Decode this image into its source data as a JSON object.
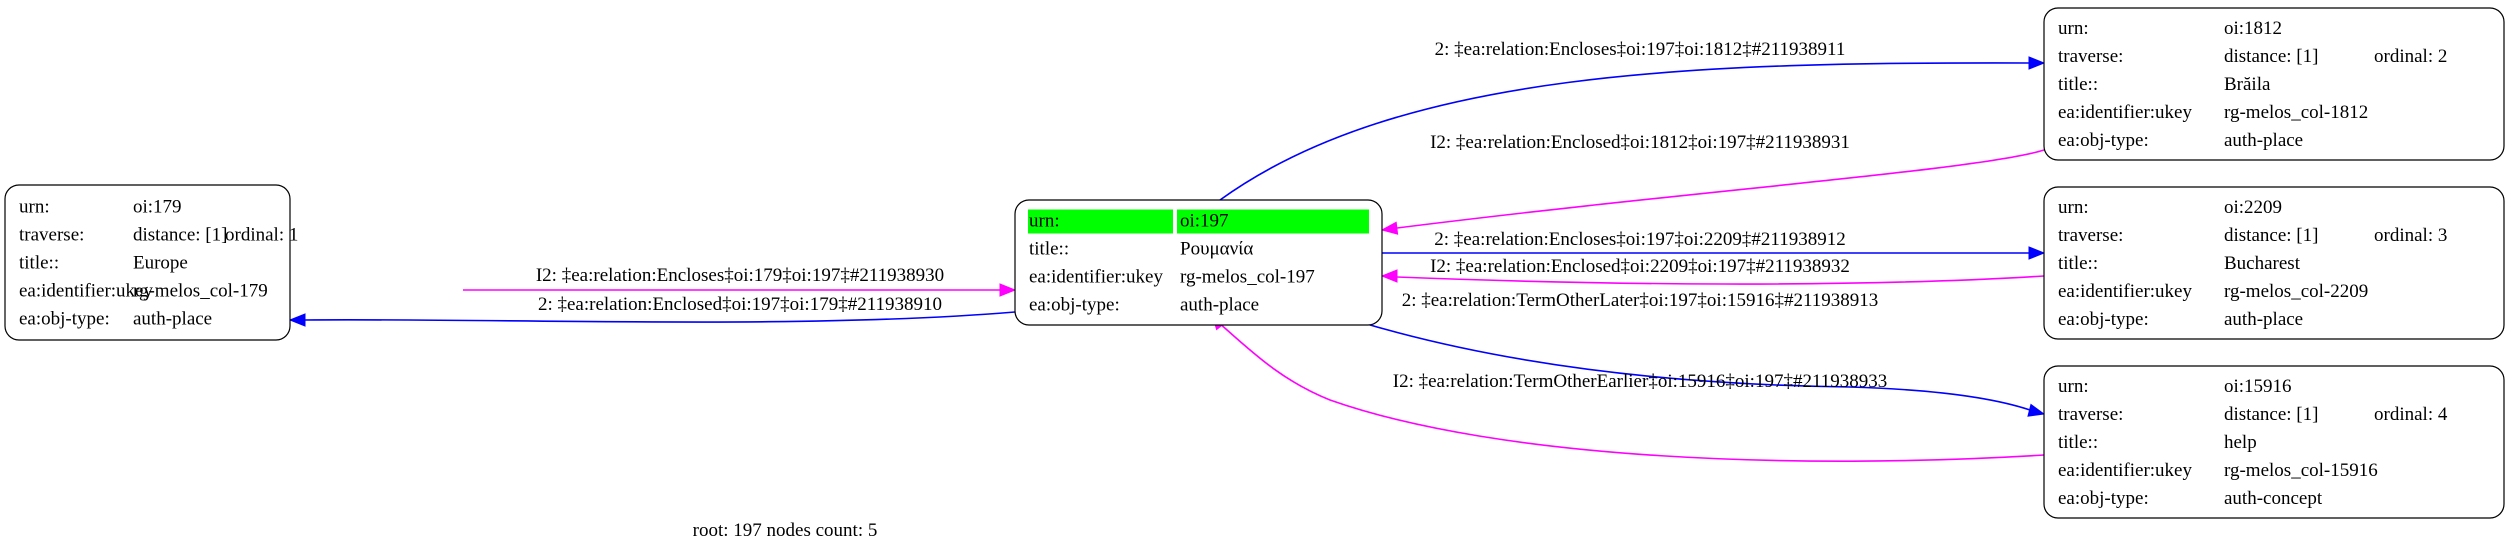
{
  "colors": {
    "forward": "#0000ff",
    "inverse": "#ff00ff",
    "highlight": "#00ff00"
  },
  "nodes": {
    "n179": {
      "rows": [
        [
          "urn:",
          "oi:179",
          ""
        ],
        [
          "traverse:",
          "distance: [1]",
          "ordinal: 1"
        ],
        [
          "title::",
          "Europe",
          ""
        ],
        [
          "ea:identifier:ukey",
          "rg-melos_col-179",
          ""
        ],
        [
          "ea:obj-type:",
          "auth-place",
          ""
        ]
      ]
    },
    "n197": {
      "rows": [
        [
          "urn:",
          "oi:197",
          ""
        ],
        [
          "title::",
          "Ρουμανία",
          ""
        ],
        [
          "ea:identifier:ukey",
          "rg-melos_col-197",
          ""
        ],
        [
          "ea:obj-type:",
          "auth-place",
          ""
        ]
      ]
    },
    "n1812": {
      "rows": [
        [
          "urn:",
          "oi:1812",
          ""
        ],
        [
          "traverse:",
          "distance: [1]",
          "ordinal: 2"
        ],
        [
          "title::",
          "Brăila",
          ""
        ],
        [
          "ea:identifier:ukey",
          "rg-melos_col-1812",
          ""
        ],
        [
          "ea:obj-type:",
          "auth-place",
          ""
        ]
      ]
    },
    "n2209": {
      "rows": [
        [
          "urn:",
          "oi:2209",
          ""
        ],
        [
          "traverse:",
          "distance: [1]",
          "ordinal: 3"
        ],
        [
          "title::",
          "Bucharest",
          ""
        ],
        [
          "ea:identifier:ukey",
          "rg-melos_col-2209",
          ""
        ],
        [
          "ea:obj-type:",
          "auth-place",
          ""
        ]
      ]
    },
    "n15916": {
      "rows": [
        [
          "urn:",
          "oi:15916",
          ""
        ],
        [
          "traverse:",
          "distance: [1]",
          "ordinal: 4"
        ],
        [
          "title::",
          "help",
          ""
        ],
        [
          "ea:identifier:ukey",
          "rg-melos_col-15916",
          ""
        ],
        [
          "ea:obj-type:",
          "auth-concept",
          ""
        ]
      ]
    }
  },
  "edges": [
    {
      "from": "n179",
      "to": "n197",
      "kind": "inverse",
      "label": "I2: ‡ea:relation:Encloses‡oi:179‡oi:197‡#211938930"
    },
    {
      "from": "n197",
      "to": "n179",
      "kind": "forward",
      "label": "2: ‡ea:relation:Enclosed‡oi:197‡oi:179‡#211938910"
    },
    {
      "from": "n197",
      "to": "n1812",
      "kind": "forward",
      "label": "2: ‡ea:relation:Encloses‡oi:197‡oi:1812‡#211938911"
    },
    {
      "from": "n1812",
      "to": "n197",
      "kind": "inverse",
      "label": "I2: ‡ea:relation:Enclosed‡oi:1812‡oi:197‡#211938931"
    },
    {
      "from": "n197",
      "to": "n2209",
      "kind": "forward",
      "label": "2: ‡ea:relation:Encloses‡oi:197‡oi:2209‡#211938912"
    },
    {
      "from": "n2209",
      "to": "n197",
      "kind": "inverse",
      "label": "I2: ‡ea:relation:Enclosed‡oi:2209‡oi:197‡#211938932"
    },
    {
      "from": "n197",
      "to": "n15916",
      "kind": "forward",
      "label": "2: ‡ea:relation:TermOtherLater‡oi:197‡oi:15916‡#211938913"
    },
    {
      "from": "n15916",
      "to": "n197",
      "kind": "inverse",
      "label": "I2: ‡ea:relation:TermOtherEarlier‡oi:15916‡oi:197‡#211938933"
    }
  ],
  "footer": "root: 197 nodes count: 5"
}
